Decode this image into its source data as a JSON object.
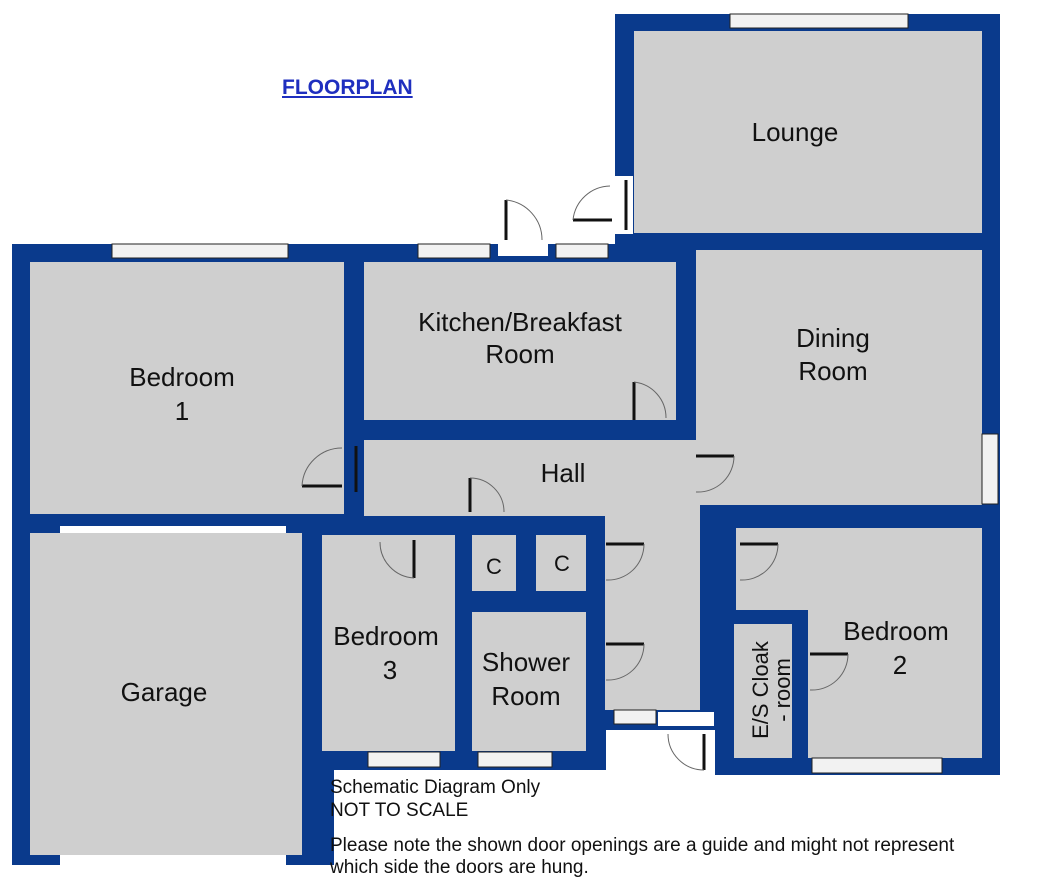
{
  "title": "FLOORPLAN",
  "colors": {
    "wall": "#0a3a8c",
    "floor": "#cfcfcf",
    "window": "#f2f2f2",
    "title": "#1f2fbf"
  },
  "rooms": {
    "lounge": "Lounge",
    "kitchen_1": "Kitchen/Breakfast",
    "kitchen_2": "Room",
    "dining_1": "Dining",
    "dining_2": "Room",
    "bedroom1_1": "Bedroom",
    "bedroom1_2": "1",
    "hall": "Hall",
    "cupboard_a": "C",
    "cupboard_b": "C",
    "bedroom3_1": "Bedroom",
    "bedroom3_2": "3",
    "shower_1": "Shower",
    "shower_2": "Room",
    "garage": "Garage",
    "bedroom2_1": "Bedroom",
    "bedroom2_2": "2",
    "cloak_1": "E/S Cloak",
    "cloak_2": "- room"
  },
  "notes": {
    "line1": "Schematic Diagram Only",
    "line2": "NOT TO SCALE",
    "line3": "Please note the shown door openings  are a guide and might not represent",
    "line4": "which side the doors are hung."
  }
}
